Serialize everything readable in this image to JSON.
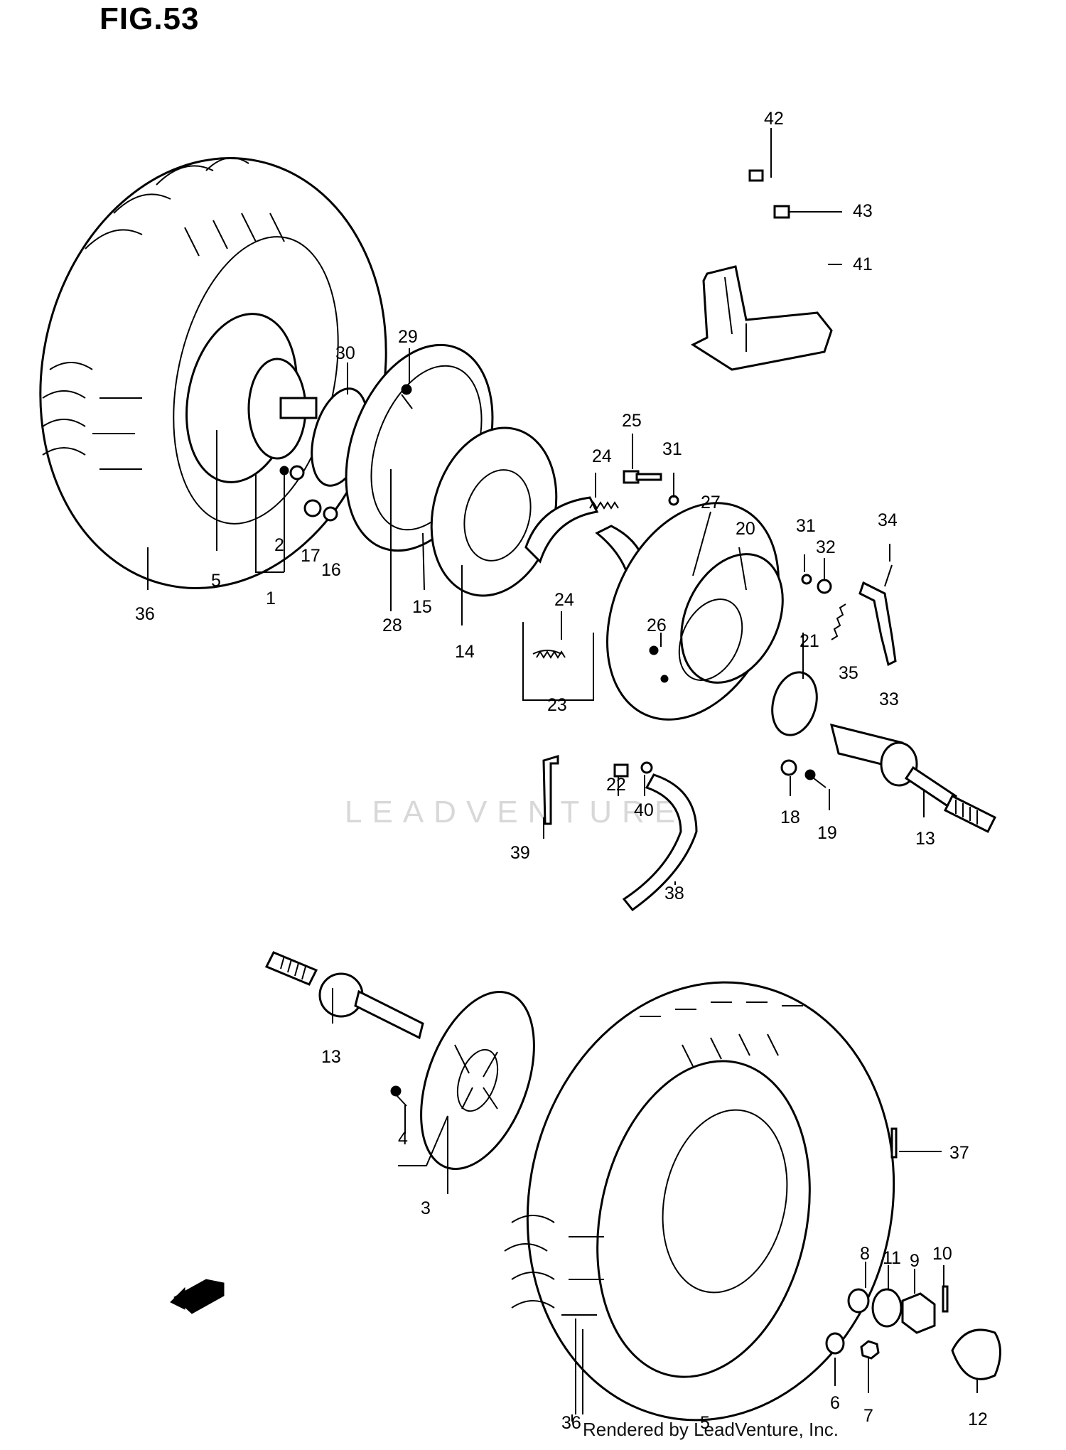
{
  "figure": {
    "title": "FIG.53",
    "watermark": "LEADVENTURE",
    "footer": "Rendered by LeadVenture, Inc."
  },
  "callouts": [
    "1",
    "2",
    "3",
    "4",
    "5",
    "5",
    "6",
    "7",
    "8",
    "9",
    "10",
    "11",
    "12",
    "13",
    "13",
    "14",
    "15",
    "16",
    "17",
    "18",
    "19",
    "20",
    "21",
    "22",
    "23",
    "24",
    "24",
    "25",
    "26",
    "27",
    "28",
    "29",
    "30",
    "31",
    "31",
    "32",
    "33",
    "34",
    "35",
    "36",
    "36",
    "37",
    "38",
    "39",
    "40",
    "41",
    "42",
    "43"
  ]
}
